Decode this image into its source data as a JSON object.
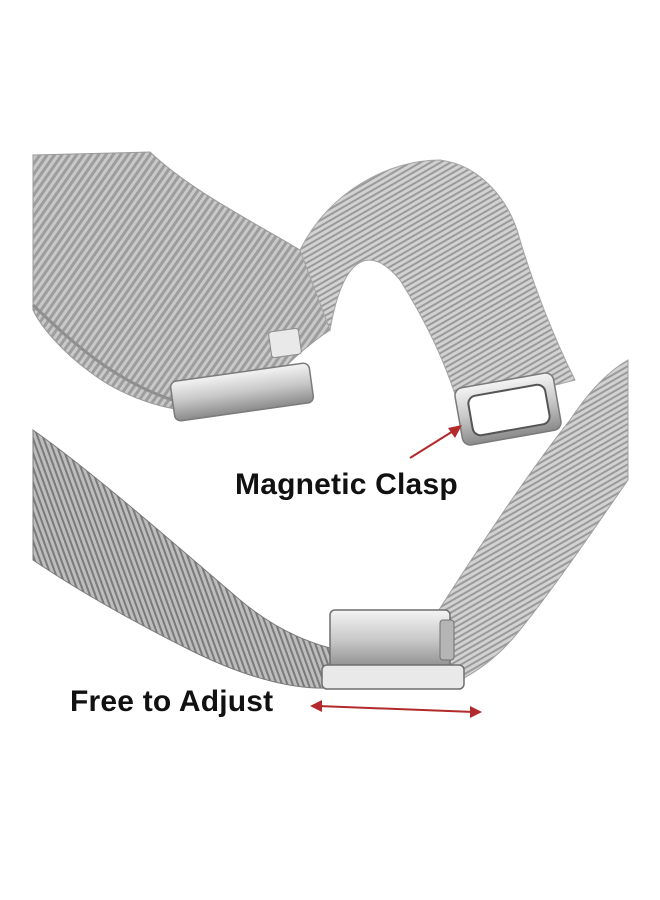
{
  "image": {
    "subject": "milanese-mesh-watch-band",
    "background": "#ffffff",
    "mesh_color": "#b8b8b8"
  },
  "labels": {
    "magnetic_clasp": "Magnetic Clasp",
    "free_to_adjust": "Free to Adjust"
  },
  "colors": {
    "arrow": "#b22a2a",
    "text": "#111111",
    "steel_light": "#e6e6e6",
    "steel_dark": "#6e6e6e"
  }
}
